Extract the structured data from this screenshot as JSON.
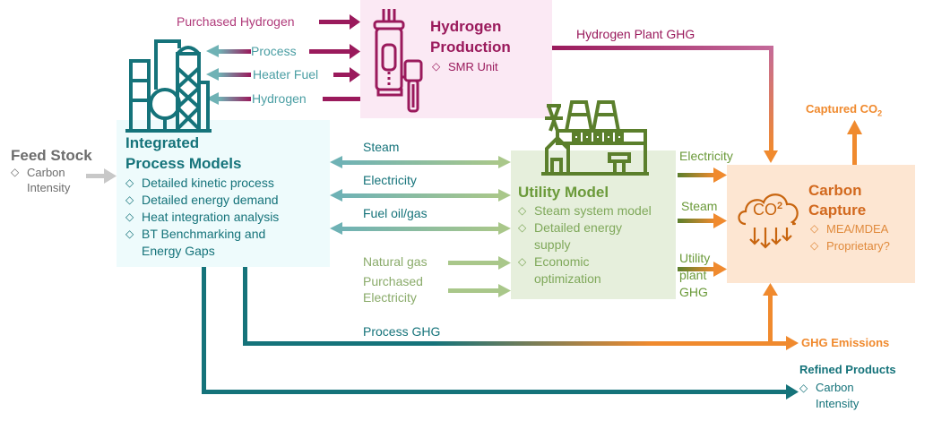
{
  "colors": {
    "teal": "#15737a",
    "teal_light": "#6fb2b5",
    "magenta": "#9a1a5c",
    "green": "#5b7f2c",
    "green_light": "#9bbd7a",
    "orange": "#f08a2e",
    "gray": "#6d6d6d",
    "process_bg": "#eefbfc",
    "hydrogen_bg": "#fbe9f4",
    "utility_bg": "#e6efdc",
    "capture_bg": "#fde6d2"
  },
  "feed_stock": {
    "title": "Feed Stock",
    "bullets": [
      "Carbon Intensity"
    ]
  },
  "process_models": {
    "title_line1": "Integrated",
    "title_line2": "Process Models",
    "bullets": [
      "Detailed kinetic process",
      "Detailed energy demand",
      "Heat integration analysis",
      "BT Benchmarking and Energy Gaps"
    ]
  },
  "hydrogen_production": {
    "title_line1": "Hydrogen",
    "title_line2": "Production",
    "bullets": [
      "SMR Unit"
    ]
  },
  "utility_model": {
    "title": "Utility Model",
    "bullets": [
      "Steam system model",
      "Detailed energy supply",
      "Economic optimization"
    ]
  },
  "carbon_capture": {
    "title_line1": "Carbon",
    "title_line2": "Capture",
    "bullets": [
      "MEA/MDEA",
      "Proprietary?"
    ],
    "icon_text": "CO",
    "icon_sup": "2"
  },
  "flows": {
    "purchased_hydrogen": "Purchased Hydrogen",
    "process": "Process",
    "heater_fuel": "Heater Fuel",
    "hydrogen": "Hydrogen",
    "hydrogen_plant_ghg": "Hydrogen Plant GHG",
    "steam": "Steam",
    "electricity": "Electricity",
    "fuel_oil_gas": "Fuel oil/gas",
    "natural_gas": "Natural gas",
    "purchased_electricity_1": "Purchased",
    "purchased_electricity_2": "Electricity",
    "util_electricity": "Electricity",
    "util_steam": "Steam",
    "utility_plant_ghg_1": "Utility",
    "utility_plant_ghg_2": "plant",
    "utility_plant_ghg_3": "GHG",
    "captured_co2": "Captured CO",
    "captured_co2_sub": "2",
    "process_ghg": "Process GHG",
    "ghg_emissions": "GHG Emissions"
  },
  "refined_products": {
    "title": "Refined Products",
    "bullets": [
      "Carbon Intensity"
    ]
  }
}
